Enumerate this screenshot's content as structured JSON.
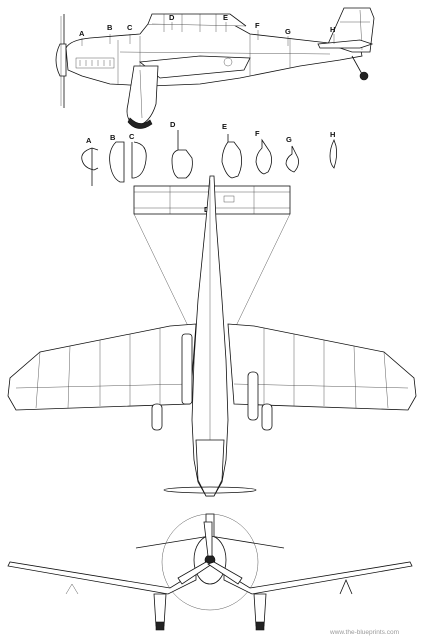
{
  "side_view": {
    "station_labels": [
      "A",
      "B",
      "C",
      "D",
      "E",
      "F",
      "G",
      "H"
    ]
  },
  "sections": {
    "labels": [
      "A",
      "B",
      "C",
      "D",
      "E",
      "F",
      "G",
      "H"
    ]
  },
  "top_view": {
    "marker": "D"
  },
  "watermark": "www.the-blueprints.com"
}
